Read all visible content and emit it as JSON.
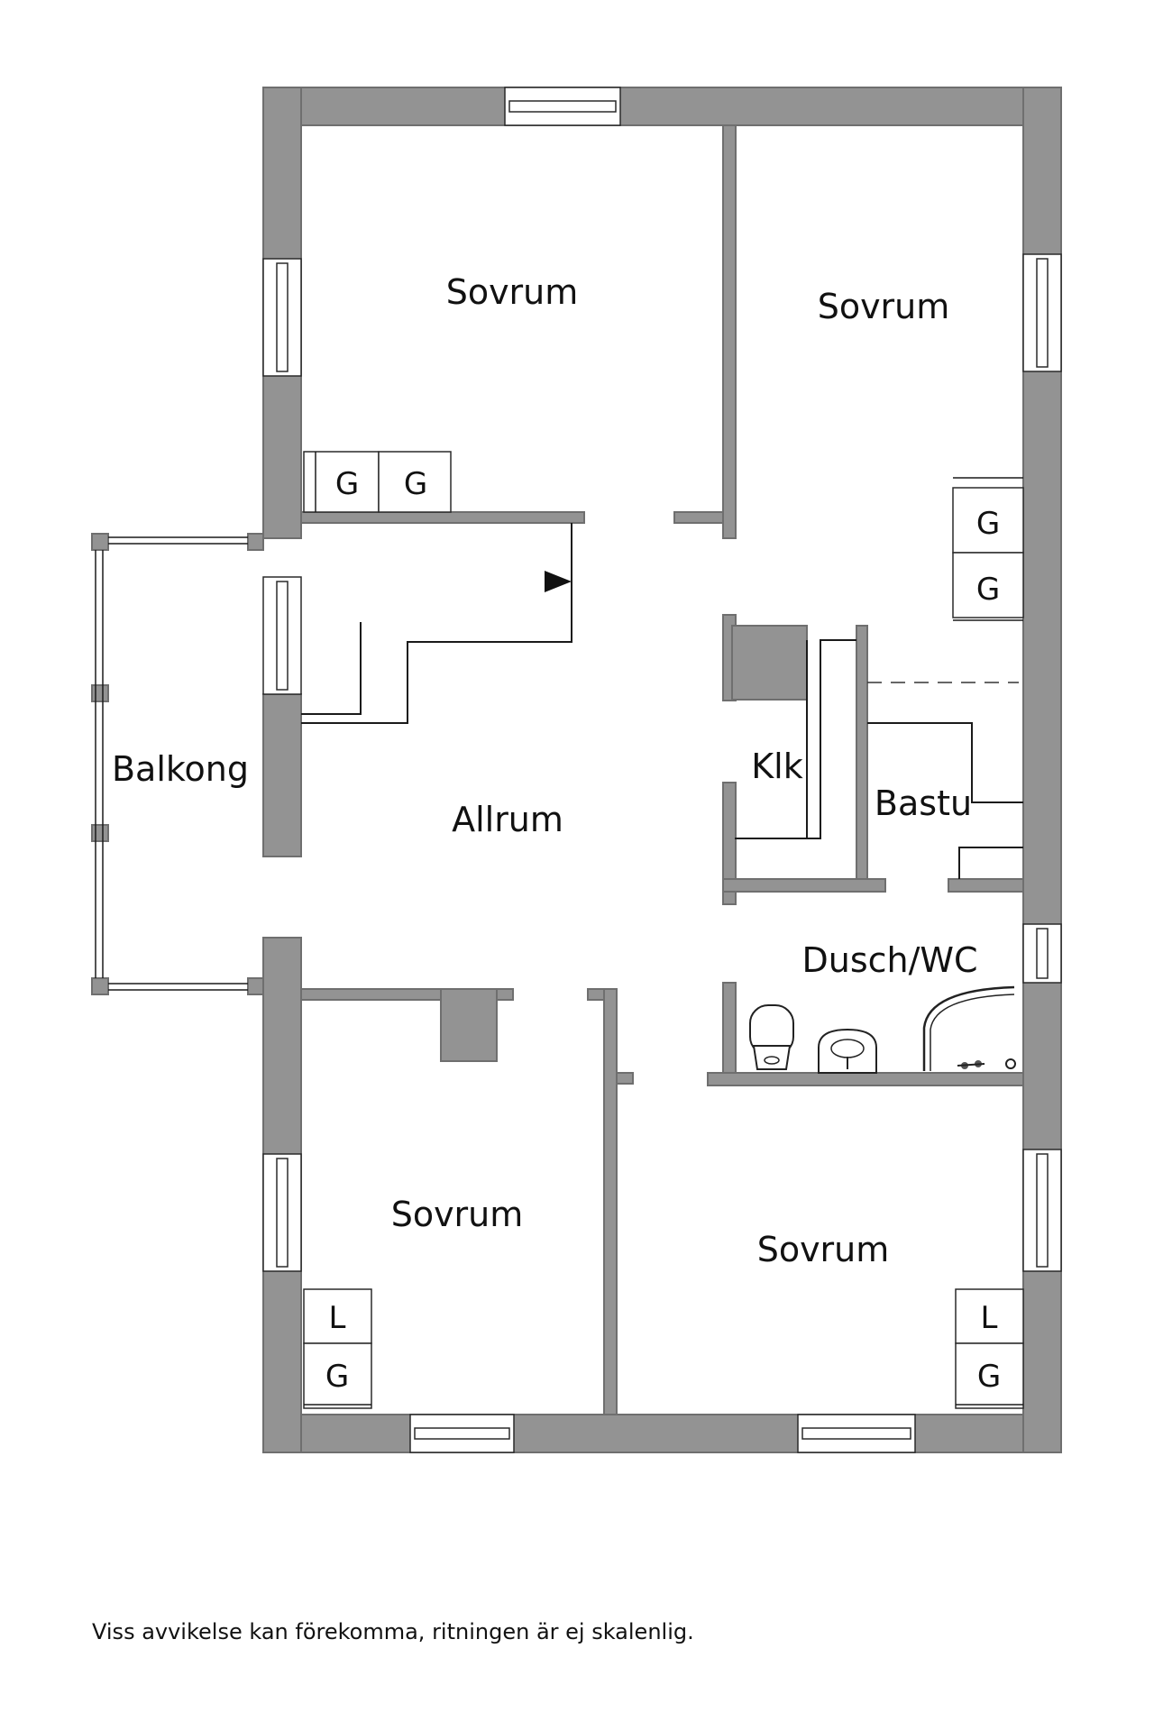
{
  "rooms": {
    "sovrum_nw": "Sovrum",
    "sovrum_ne": "Sovrum",
    "balkong": "Balkong",
    "allrum": "Allrum",
    "klk": "Klk",
    "bastu": "Bastu",
    "dusch_wc": "Dusch/WC",
    "sovrum_sw": "Sovrum",
    "sovrum_se": "Sovrum"
  },
  "storage": {
    "nw_1": "G",
    "nw_2": "G",
    "ne_1": "G",
    "ne_2": "G",
    "sw_1": "L",
    "sw_2": "G",
    "se_1": "L",
    "se_2": "G"
  },
  "footer": {
    "disclaimer": "Viss avvikelse kan förekomma, ritningen är ej skalenlig."
  },
  "colors": {
    "wall": "#939393",
    "background": "#ffffff",
    "line": "#1a1a1a"
  }
}
